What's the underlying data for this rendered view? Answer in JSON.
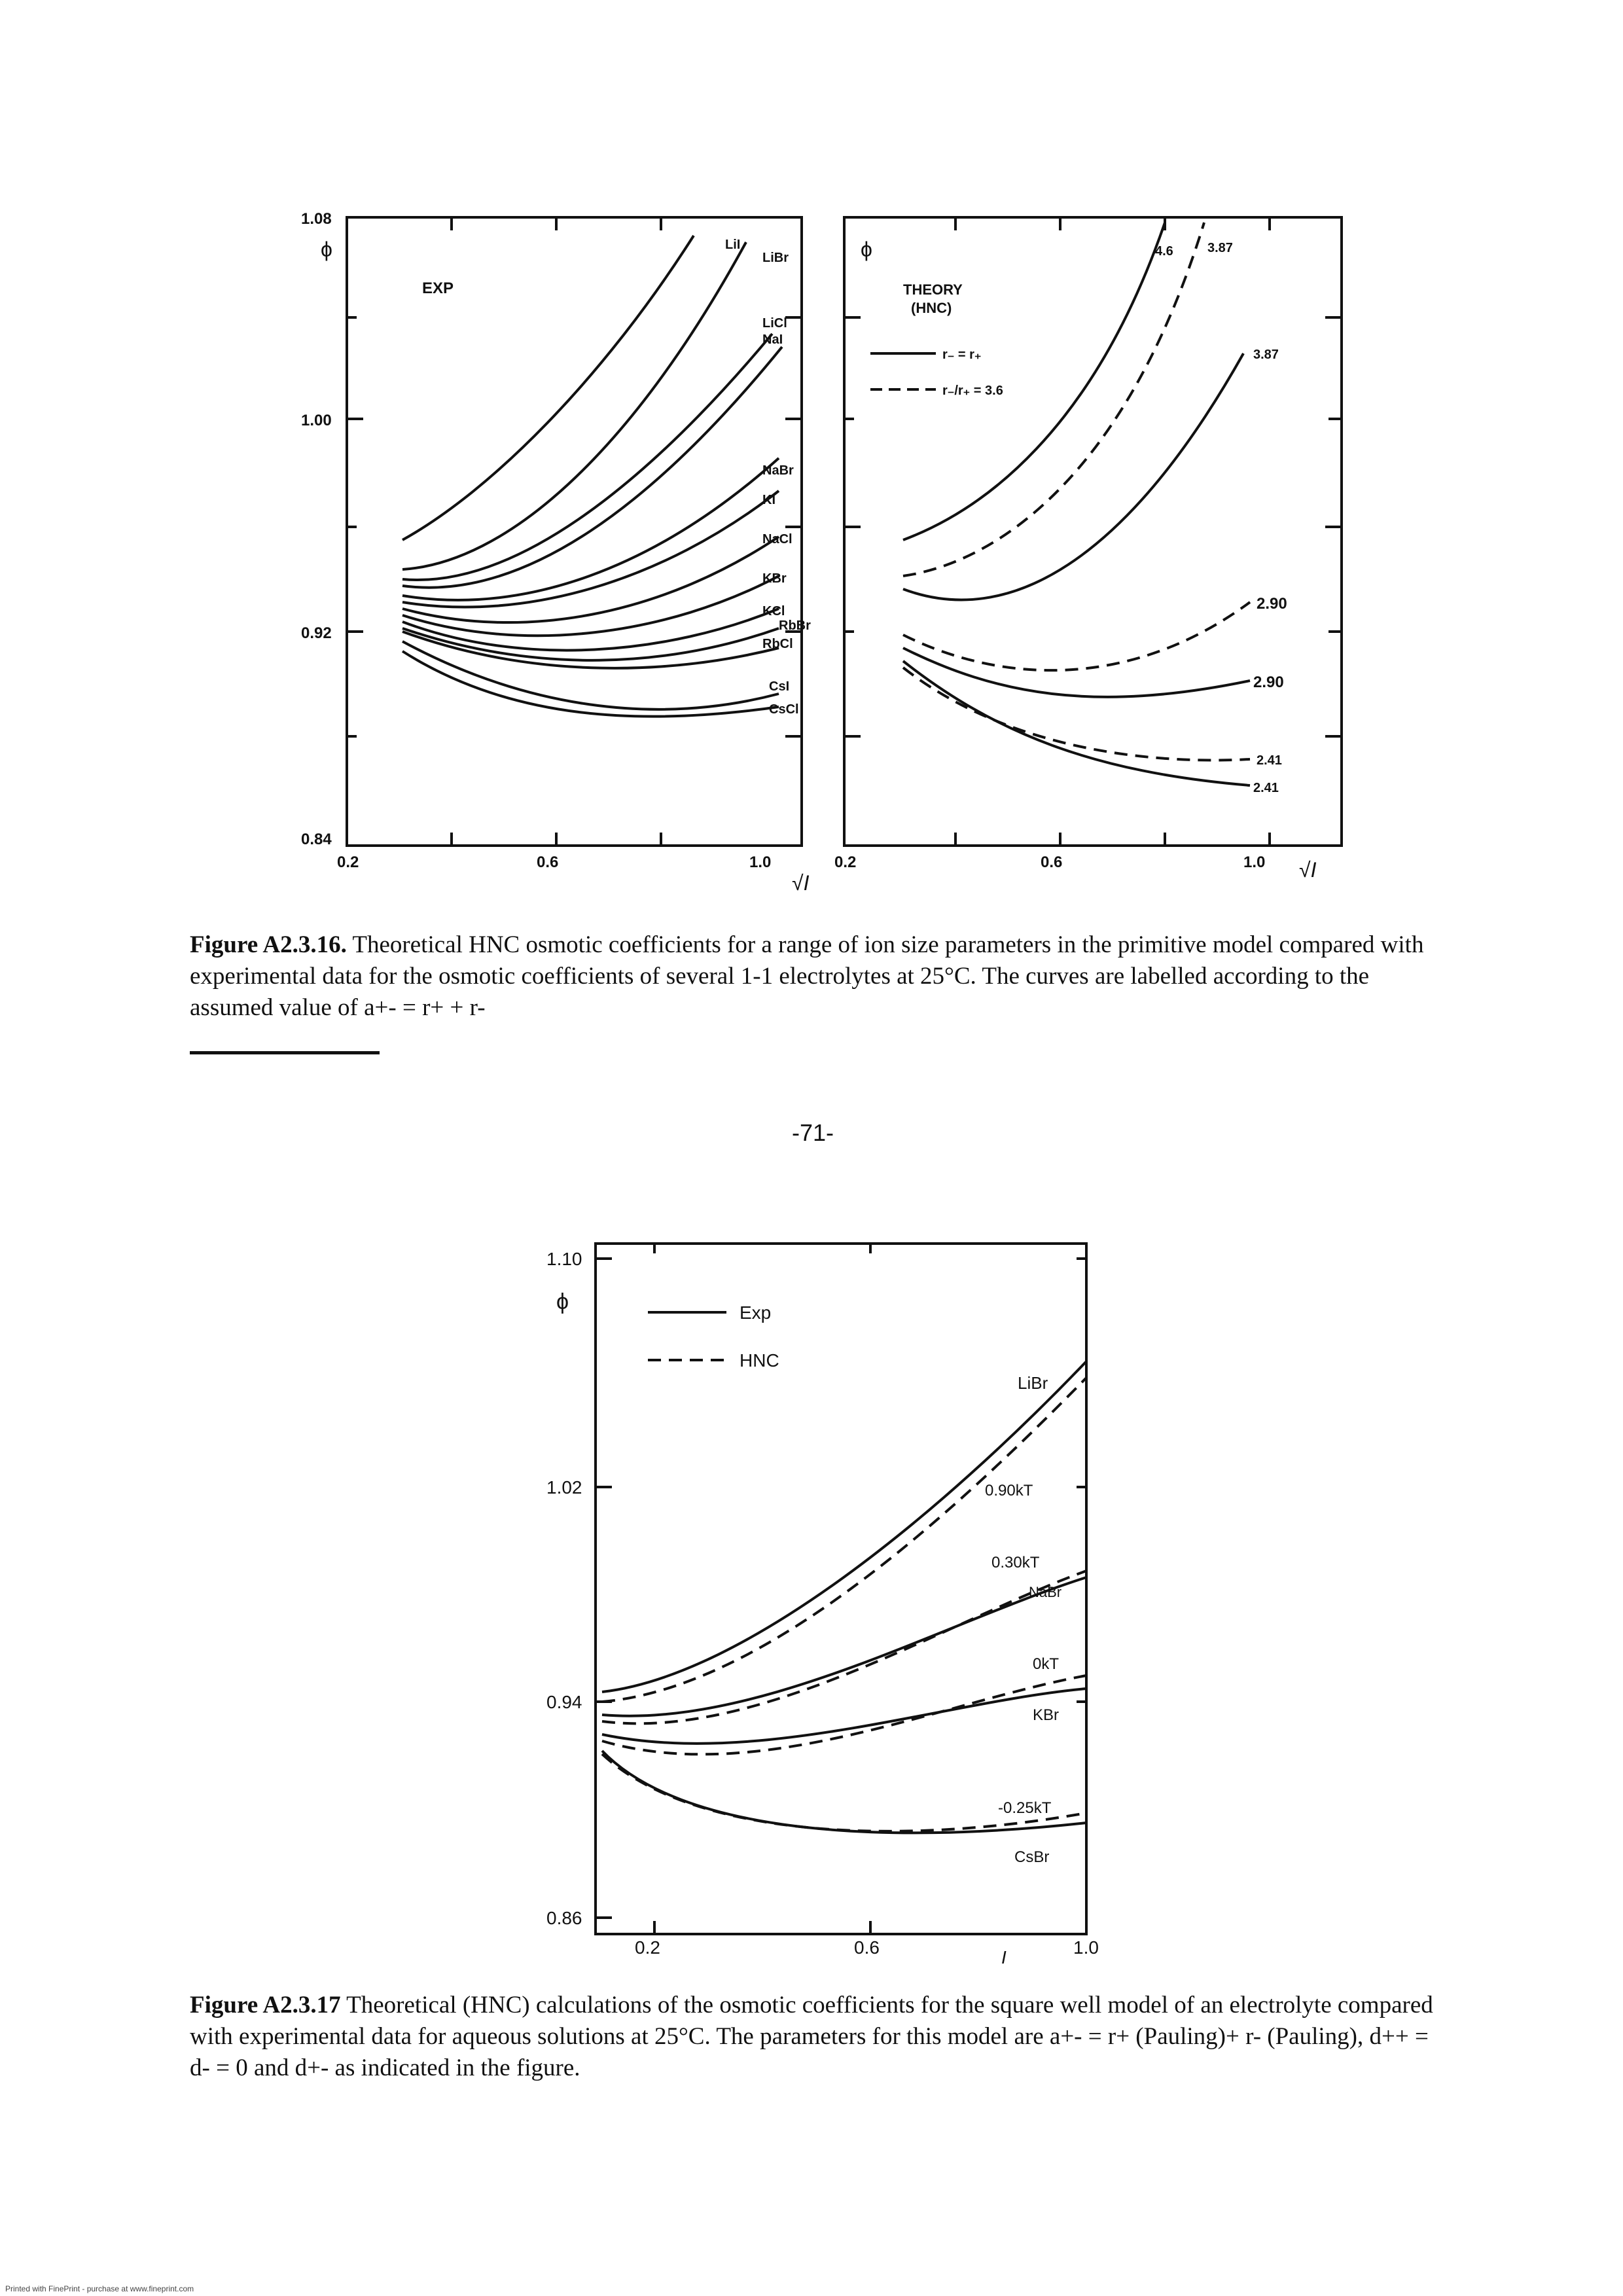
{
  "figure1": {
    "left_panel": {
      "label": "EXP",
      "phi_symbol": "ϕ",
      "y_ticks": [
        "1.08",
        "1.00",
        "0.92",
        "0.84"
      ],
      "x_ticks": [
        "0.2",
        "0.6",
        "1.0"
      ],
      "series_labels": [
        "LiI",
        "LiBr",
        "LiCl",
        "NaI",
        "NaBr",
        "KI",
        "NaCl",
        "KBr",
        "KCl",
        "RbBr",
        "RbCl",
        "CsI",
        "CsCl"
      ]
    },
    "right_panel": {
      "phi_symbol": "ϕ",
      "legend_title_1": "THEORY",
      "legend_title_2": "(HNC)",
      "legend_solid": "r₋ = r₊",
      "legend_dashed": "r₋/r₊ = 3.6",
      "x_ticks": [
        "0.2",
        "0.6",
        "1.0"
      ],
      "x_axis_label": "√I",
      "curve_labels": [
        "4.6",
        "3.87",
        "3.87",
        "2.90",
        "2.90",
        "2.41",
        "2.41"
      ]
    },
    "x_axis_label_left": "√I",
    "caption_bold": "Figure A2.3.16.",
    "caption_text": " Theoretical HNC osmotic coefficients for a range of ion size parameters in the primitive model compared with experimental data for the osmotic coefficients of several 1-1 electrolytes at 25°C. The curves are labelled according to the assumed value of a+- = r+ + r-"
  },
  "page_number": "-71-",
  "figure2": {
    "phi_symbol": "ϕ",
    "y_ticks": [
      "1.10",
      "1.02",
      "0.94",
      "0.86"
    ],
    "x_ticks": [
      "0.2",
      "0.6",
      "1.0"
    ],
    "x_axis_label": "I",
    "legend_solid": "Exp",
    "legend_dashed": "HNC",
    "curve_labels": [
      "LiBr",
      "0.90kT",
      "0.30kT",
      "NaBr",
      "0kT",
      "KBr",
      "-0.25kT",
      "CsBr"
    ],
    "caption_bold": "Figure A2.3.17",
    "caption_text_1": " Theoretical (HNC) calculations of the osmotic coefficients for the square well model of an electrolyte compared with experimental data for aqueous solutions at 25°C. The parameters for this model are ",
    "caption_text_2": "a+- = r+ (Pauling)+ r- (Pauling), d++ = d- = 0 and d+- as indicated in the figure."
  },
  "footer": "Printed with FinePrint - purchase at www.fineprint.com"
}
